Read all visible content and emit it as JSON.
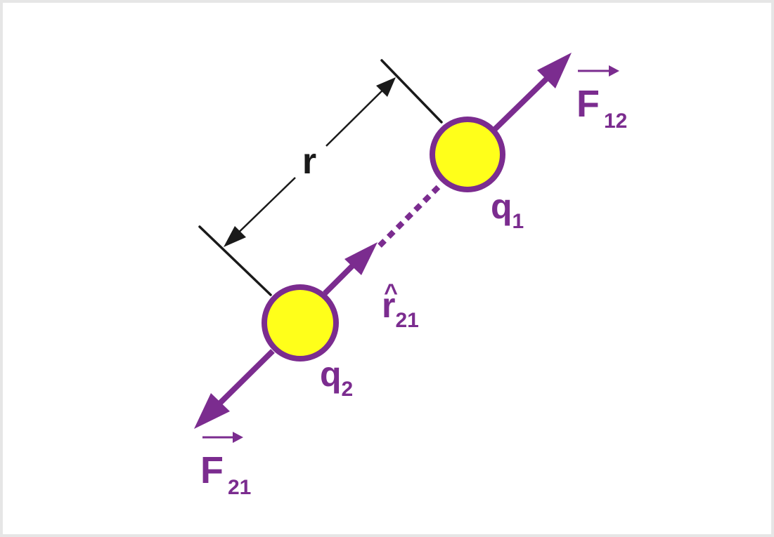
{
  "labels": {
    "r": "r",
    "q1_main": "q",
    "q1_sub": "1",
    "q2_main": "q",
    "q2_sub": "2",
    "r21_main": "r",
    "r21_hat": "^",
    "r21_sub": "21",
    "f12_main": "F",
    "f12_sub": "12",
    "f21_main": "F",
    "f21_sub": "21"
  },
  "colors": {
    "purple": "#7B2C8F",
    "charge_fill": "#FFFF1A",
    "dimension": "#1A1A1A",
    "frame": "#E6E6E6"
  }
}
